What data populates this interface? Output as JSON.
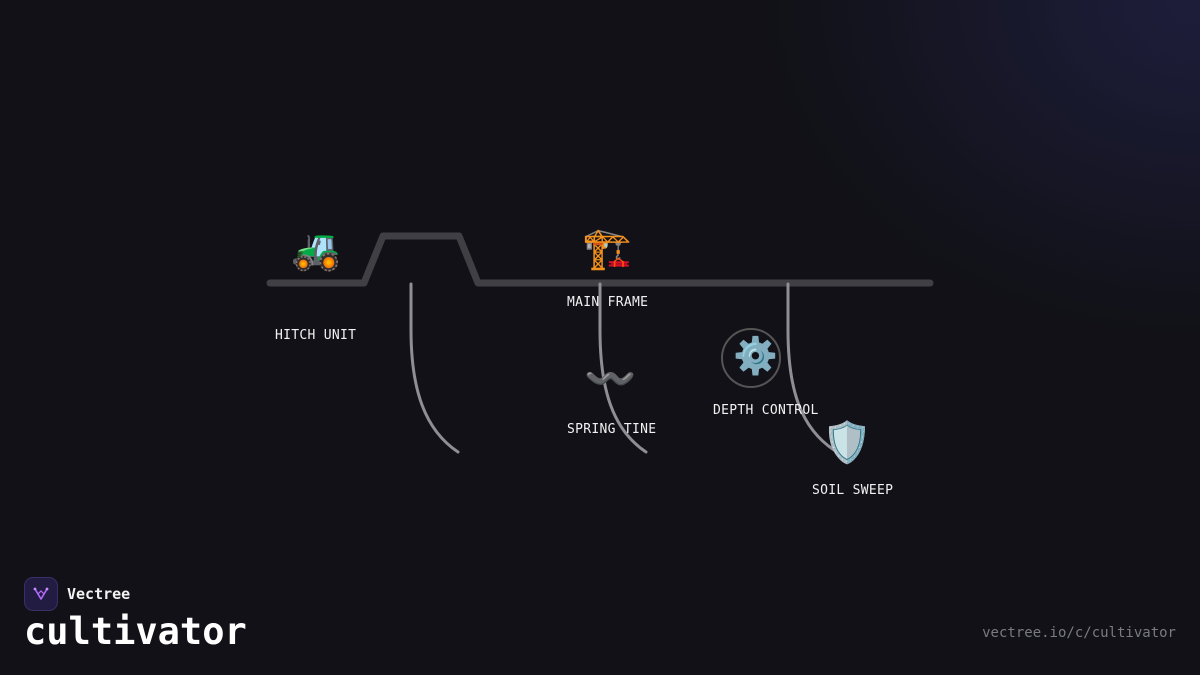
{
  "diagram": {
    "nodes": [
      {
        "id": "hitch",
        "label": "HITCH UNIT",
        "icon": "tractor-icon",
        "glyph": "🚜"
      },
      {
        "id": "frame",
        "label": "MAIN FRAME",
        "icon": "crane-icon",
        "glyph": "🏗️"
      },
      {
        "id": "tine",
        "label": "SPRING TINE",
        "icon": "wave-icon",
        "glyph": "〰️"
      },
      {
        "id": "depth",
        "label": "DEPTH CONTROL",
        "icon": "gear-icon",
        "glyph": "⚙️"
      },
      {
        "id": "sweep",
        "label": "SOIL SWEEP",
        "icon": "shield-icon",
        "glyph": "🛡️"
      }
    ],
    "colors": {
      "frame_line": "#3f3f44",
      "tine_line": "#8e8e94",
      "background": "#111117"
    }
  },
  "brand": {
    "name": "Vectree",
    "title": "cultivator",
    "url": "vectree.io/c/cultivator"
  }
}
